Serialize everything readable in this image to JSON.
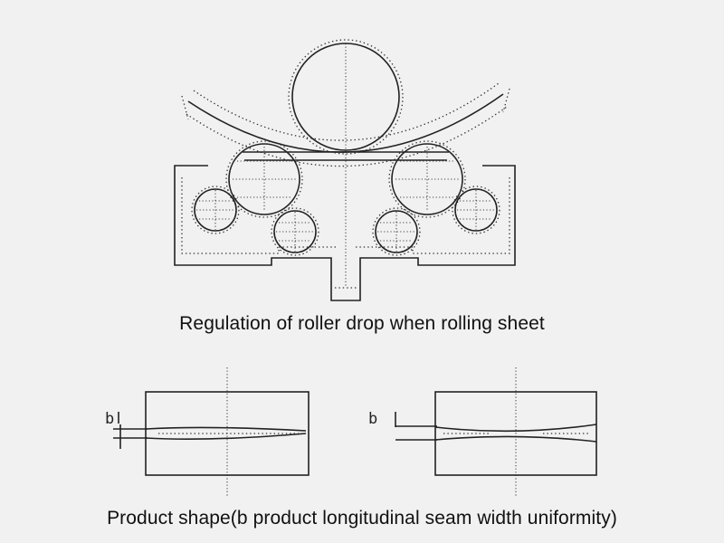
{
  "captions": {
    "top": "Regulation of roller drop when rolling sheet",
    "bottom": "Product shape(b product longitudinal seam width uniformity)"
  },
  "labels": {
    "left_b": "b",
    "right_b": "b"
  }
}
